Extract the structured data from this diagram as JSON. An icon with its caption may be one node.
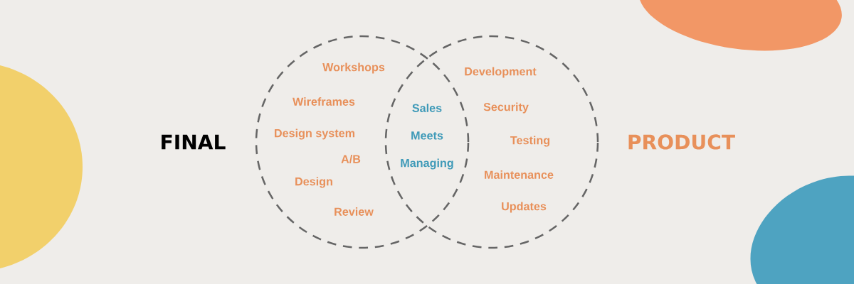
{
  "diagram": {
    "nodes": [
      {
        "text": [
          "Workshops",
          "Wireframes",
          "Design system",
          "A/B",
          "Design",
          "Review"
        ]
      },
      {
        "text": [
          "Development",
          "Security",
          "Testing",
          "Maintenance",
          "Updates"
        ]
      }
    ],
    "labels": [
      "FINAL",
      "Sales",
      "Meets",
      "Managing",
      "PRODUCT"
    ]
  }
}
